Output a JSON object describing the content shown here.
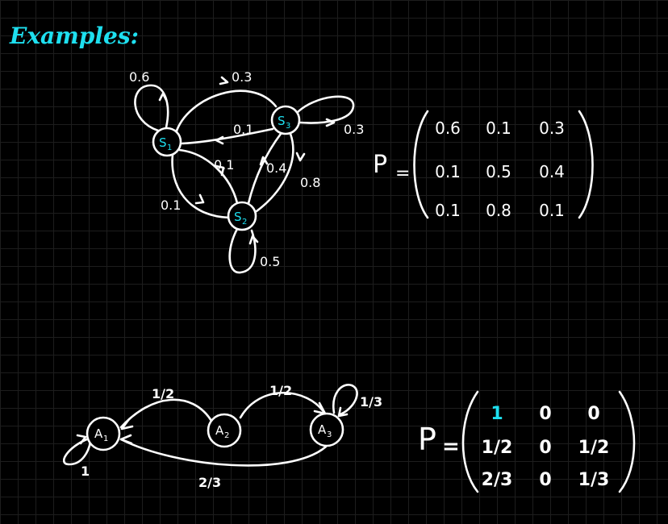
{
  "heading": "Examples:",
  "example1": {
    "states": [
      {
        "id": "s1",
        "label": "S",
        "sub": "1"
      },
      {
        "id": "s2",
        "label": "S",
        "sub": "2"
      },
      {
        "id": "s3",
        "label": "S",
        "sub": "3"
      }
    ],
    "edge_labels": {
      "s1_self": "0.6",
      "s1_s3": "0.3",
      "s3_self": "0.3",
      "s3_s1": "0.1",
      "s2_s1_inner": "0.1",
      "s2_s1_outer": "0.1",
      "s2_s3": "0.4",
      "s3_s2": "0.8",
      "s2_self": "0.5"
    },
    "matrix_symbol": "P",
    "equals": "=",
    "matrix": [
      [
        "0.6",
        "0.1",
        "0.3"
      ],
      [
        "0.1",
        "0.5",
        "0.4"
      ],
      [
        "0.1",
        "0.8",
        "0.1"
      ]
    ]
  },
  "example2": {
    "states": [
      {
        "id": "a1",
        "label": "A",
        "sub": "1"
      },
      {
        "id": "a2",
        "label": "A",
        "sub": "2"
      },
      {
        "id": "a3",
        "label": "A",
        "sub": "3"
      }
    ],
    "edge_labels": {
      "a2_a1": "1/2",
      "a2_a3": "1/2",
      "a3_self": "1/3",
      "a1_self": "1",
      "a3_a1": "2/3"
    },
    "matrix_symbol": "P",
    "equals": "=",
    "matrix": [
      [
        "1",
        "0",
        "0"
      ],
      [
        "1/2",
        "0",
        "1/2"
      ],
      [
        "2/3",
        "0",
        "1/3"
      ]
    ]
  },
  "colors": {
    "background": "#000000",
    "ink": "#ffffff",
    "accent": "#1ee0f0"
  }
}
